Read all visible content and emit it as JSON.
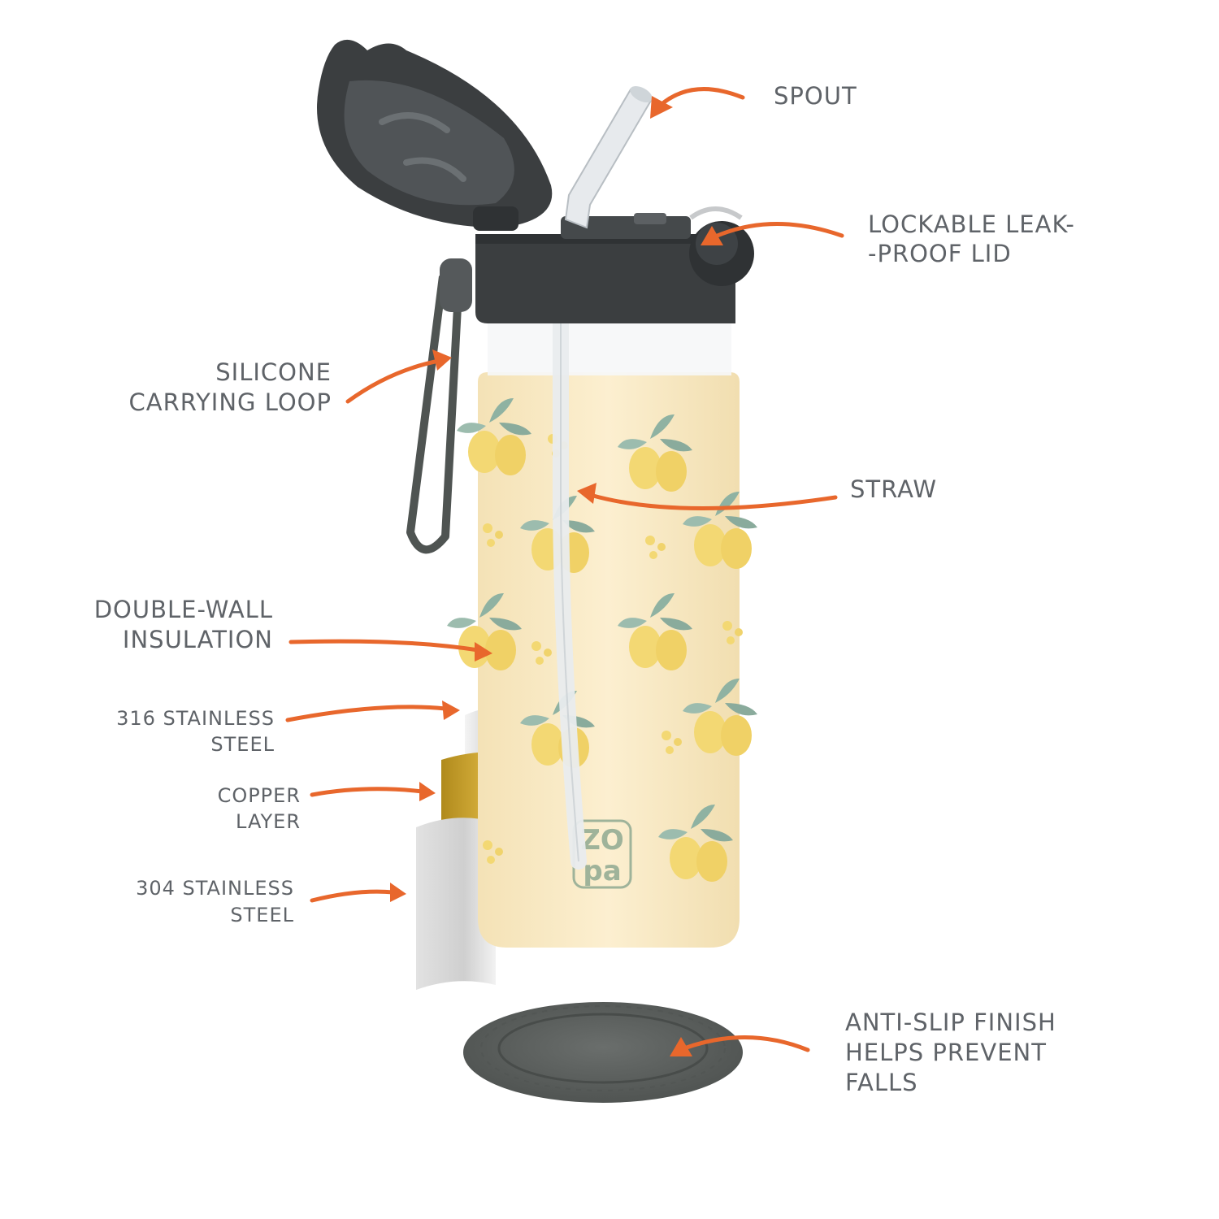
{
  "brand": {
    "line1": "ZO",
    "line2": "pa"
  },
  "labels": {
    "spout": "SPOUT",
    "lid": [
      "LOCKABLE LEAK-",
      "-PROOF LID"
    ],
    "loop": [
      "SILICONE",
      "CARRYING LOOP"
    ],
    "straw": "STRAW",
    "insulation": [
      "DOUBLE-WALL",
      "INSULATION"
    ],
    "steel316": [
      "316 STAINLESS",
      "STEEL"
    ],
    "copper": [
      "COPPER",
      "LAYER"
    ],
    "steel304": [
      "304 STAINLESS",
      "STEEL"
    ],
    "antislip": [
      "ANTI-SLIP FINISH",
      "HELPS PREVENT",
      "FALLS"
    ]
  },
  "colors": {
    "arrow": "#e8672c",
    "label_text": "#5f6368",
    "bottle_body": "#fbeccb",
    "lid": "#3b3e40",
    "lemon": "#f3d873",
    "leaf": "#8fb2a2",
    "copper": "#c9a227",
    "steel": "#dcdcdc",
    "base": "#5c605e"
  }
}
